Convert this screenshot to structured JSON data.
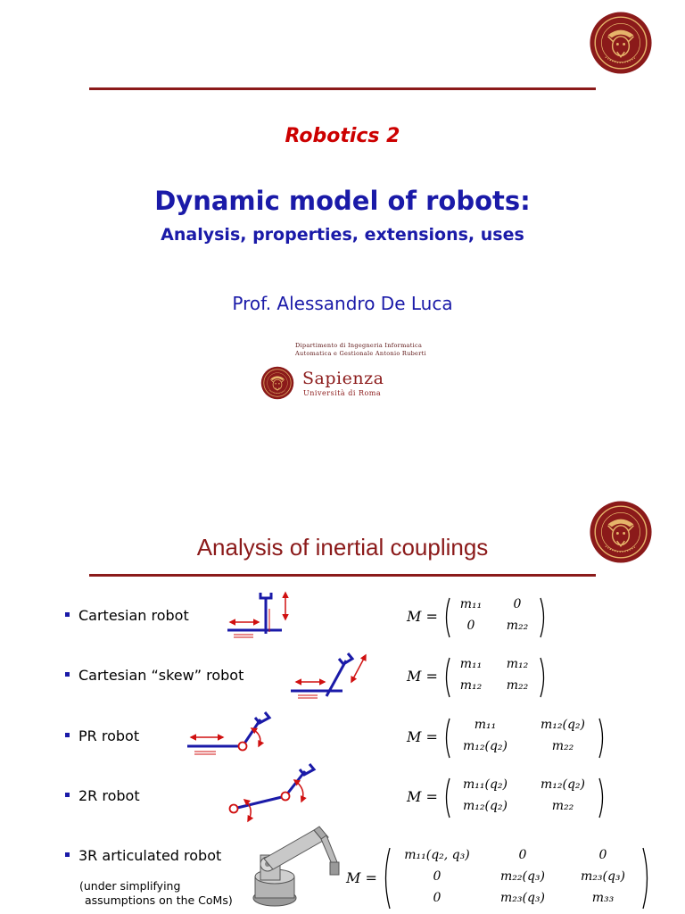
{
  "slide1": {
    "course": "Robotics 2",
    "title": "Dynamic model of robots:",
    "subtitle": "Analysis, properties, extensions, uses",
    "author": "Prof. Alessandro De Luca",
    "department": [
      "Dipartimento di Ingegneria Informatica",
      "Automatica e Gestionale Antonio Ruberti"
    ],
    "university": {
      "name": "Sapienza",
      "sub": "Università di Roma"
    },
    "seal_text": "STVDIVM VRBIS"
  },
  "slide2": {
    "title": "Analysis of inertial couplings",
    "items": [
      {
        "label": "Cartesian robot",
        "matrix": {
          "lhs": "M =",
          "rows": [
            [
              "m₁₁",
              "0"
            ],
            [
              "0",
              "m₂₂"
            ]
          ]
        }
      },
      {
        "label": "Cartesian “skew” robot",
        "matrix": {
          "lhs": "M =",
          "rows": [
            [
              "m₁₁",
              "m₁₂"
            ],
            [
              "m₁₂",
              "m₂₂"
            ]
          ]
        }
      },
      {
        "label": "PR robot",
        "matrix": {
          "lhs": "M =",
          "rows": [
            [
              "m₁₁",
              "m₁₂(q₂)"
            ],
            [
              "m₁₂(q₂)",
              "m₂₂"
            ]
          ]
        }
      },
      {
        "label": "2R robot",
        "matrix": {
          "lhs": "M =",
          "rows": [
            [
              "m₁₁(q₂)",
              "m₁₂(q₂)"
            ],
            [
              "m₁₂(q₂)",
              "m₂₂"
            ]
          ]
        }
      },
      {
        "label": "3R articulated robot",
        "note": [
          "(under simplifying",
          "assumptions on the CoMs)"
        ],
        "matrix": {
          "lhs": "M =",
          "rows": [
            [
              "m₁₁(q₂, q₃)",
              "0",
              "0"
            ],
            [
              "0",
              "m₂₂(q₃)",
              "m₂₃(q₃)"
            ],
            [
              "0",
              "m₂₃(q₃)",
              "m₃₃"
            ]
          ]
        }
      }
    ]
  },
  "colors": {
    "maroon": "#8b1a1a",
    "blue": "#1a1aa8",
    "red": "#cc0000"
  },
  "icons": [
    "sapienza-seal-icon",
    "cartesian-robot-icon",
    "skew-robot-icon",
    "pr-robot-icon",
    "2r-robot-icon",
    "3r-robot-icon"
  ]
}
